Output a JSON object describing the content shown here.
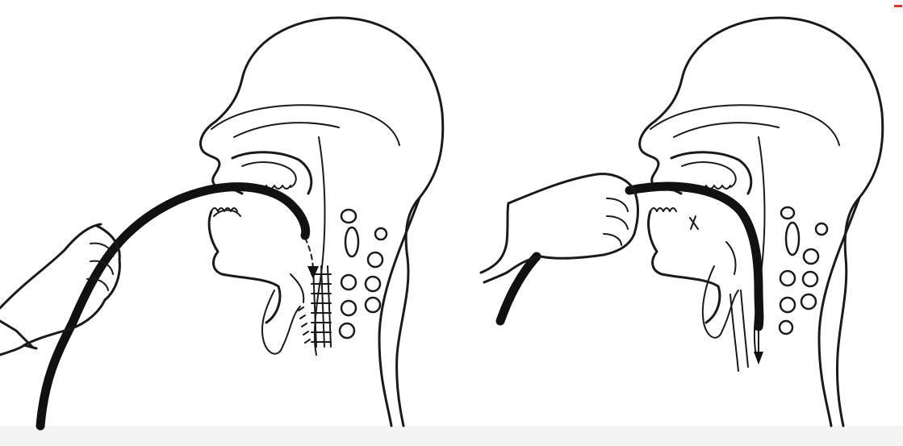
{
  "figure": {
    "panels": [
      {
        "id": "left",
        "view": "head-profile-with-tube-entering-mouth",
        "arrow": "down-into-throat"
      },
      {
        "id": "right",
        "view": "head-profile-with-tube-advanced-into-esophagus",
        "arrow": "down-esophagus"
      }
    ],
    "colors": {
      "ink": "#111111",
      "paper": "#ffffff",
      "edge_mark": "#d03a2a"
    }
  }
}
